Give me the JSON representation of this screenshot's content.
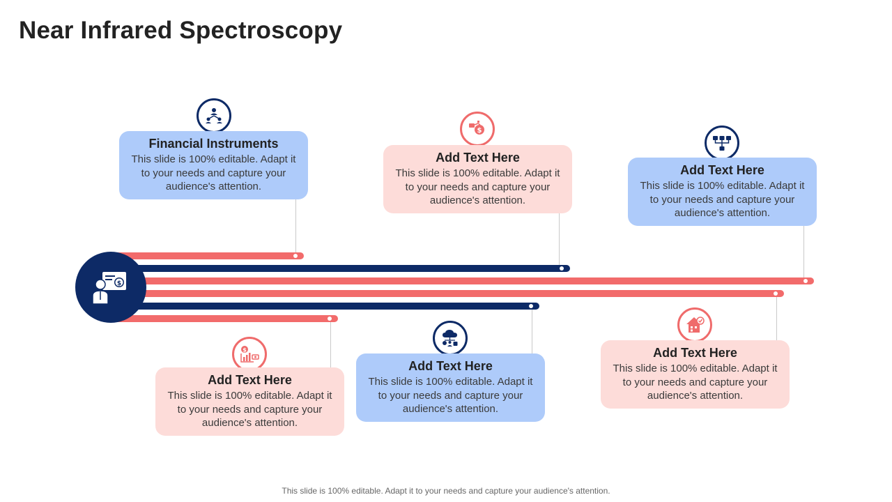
{
  "title": "Near Infrared Spectroscopy",
  "colors": {
    "navy": "#0d2a66",
    "coral": "#f26b6b",
    "card_blue": "#aecbfa",
    "card_pink": "#fddcd9"
  },
  "hub": {
    "icon": "person-presenting-dollar-icon"
  },
  "items": [
    {
      "heading": "Financial Instruments",
      "body": "This slide is 100% editable. Adapt it to your needs and capture your audience's attention.",
      "icon": "org-chart-icon"
    },
    {
      "heading": "Add Text Here",
      "body": "This slide is 100% editable. Adapt it to your needs and capture your audience's attention.",
      "icon": "hand-dollar-icon"
    },
    {
      "heading": "Add Text Here",
      "body": "This slide is 100% editable. Adapt it to your needs and capture your audience's attention.",
      "icon": "hierarchy-icon"
    },
    {
      "heading": "Add Text Here",
      "body": "This slide is 100% editable. Adapt it to your needs and capture your audience's attention.",
      "icon": "growth-chart-dollar-icon"
    },
    {
      "heading": "Add Text Here",
      "body": "This slide is 100% editable. Adapt it to your needs and capture your audience's attention.",
      "icon": "cloud-network-icon"
    },
    {
      "heading": "Add Text Here",
      "body": "This slide is 100% editable. Adapt it to your needs and capture your audience's attention.",
      "icon": "house-check-icon"
    }
  ],
  "footer": "This slide is 100% editable. Adapt it to your needs and capture your audience's attention."
}
